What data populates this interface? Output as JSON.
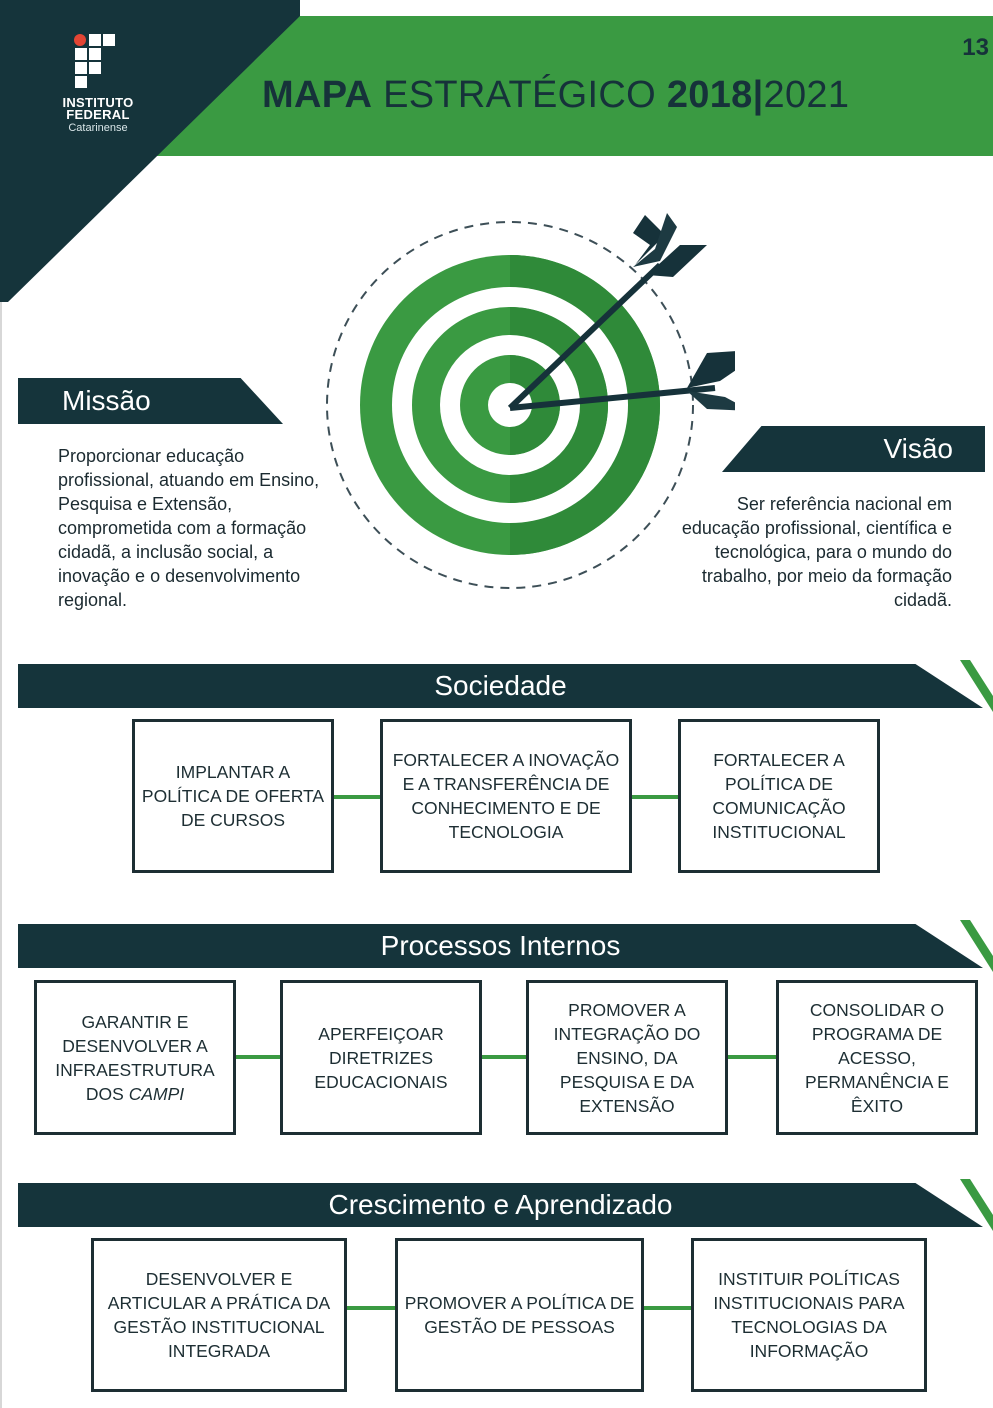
{
  "colors": {
    "green": "#3a9a42",
    "dark": "#15343b",
    "text": "#1b2a30"
  },
  "logo": {
    "line1": "INSTITUTO",
    "line2": "FEDERAL",
    "line3": "Catarinense"
  },
  "header": {
    "title_bold": "MAPA",
    "title_regular": "ESTRATÉGICO",
    "year_bold": "2018",
    "separator": "|",
    "year_end": "2021",
    "page_number": "13"
  },
  "missao": {
    "label": "Missão",
    "text": "Proporcionar educação profissional, atuando em Ensino, Pesquisa e Extensão, comprometida com a formação cidadã, a inclusão social, a inovação e o desenvolvimento regional."
  },
  "visao": {
    "label": "Visão",
    "text": "Ser referência nacional em educação profissional, científica e tecnológica, para o mundo do trabalho, por meio da formação cidadã."
  },
  "target_icon": "target-with-arrows-icon",
  "sections": [
    {
      "title": "Sociedade",
      "items": [
        "IMPLANTAR A POLÍTICA DE OFERTA DE CURSOS",
        "FORTALECER A INOVAÇÃO E A TRANSFERÊNCIA DE CONHECIMENTO E DE TECNOLOGIA",
        "FORTALECER A POLÍTICA DE COMUNICAÇÃO INSTITUCIONAL"
      ]
    },
    {
      "title": "Processos Internos",
      "items": [
        "GARANTIR E DESENVOLVER A INFRAESTRUTURA",
        "DOS",
        "CAMPI",
        "APERFEIÇOAR DIRETRIZES EDUCACIONAIS",
        "PROMOVER A INTEGRAÇÃO DO ENSINO, DA PESQUISA E DA EXTENSÃO",
        "CONSOLIDAR O PROGRAMA DE ACESSO, PERMANÊNCIA E ÊXITO"
      ]
    },
    {
      "title": "Crescimento e Aprendizado",
      "items": [
        "DESENVOLVER E ARTICULAR A PRÁTICA DA GESTÃO INSTITUCIONAL INTEGRADA",
        "PROMOVER A POLÍTICA DE GESTÃO DE PESSOAS",
        "INSTITUIR POLÍTICAS INSTITUCIONAIS PARA TECNOLOGIAS DA INFORMAÇÃO"
      ]
    }
  ]
}
